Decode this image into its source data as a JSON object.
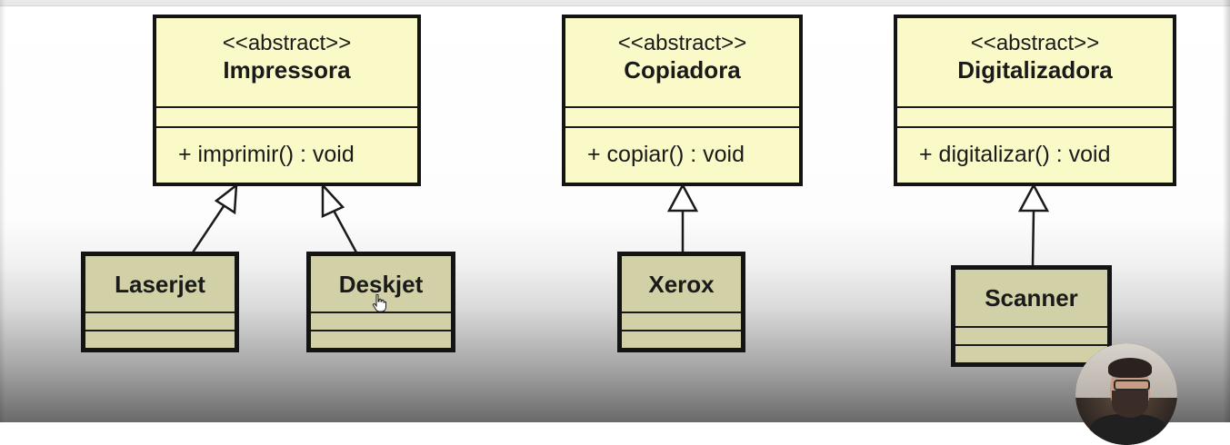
{
  "diagram": {
    "abstract_classes": [
      {
        "id": "impressora",
        "stereotype": "<<abstract>>",
        "name": "Impressora",
        "operation": "+ imprimir() : void"
      },
      {
        "id": "copiadora",
        "stereotype": "<<abstract>>",
        "name": "Copiadora",
        "operation": "+ copiar() : void"
      },
      {
        "id": "digitalizadora",
        "stereotype": "<<abstract>>",
        "name": "Digitalizadora",
        "operation": "+ digitalizar() : void"
      }
    ],
    "subclasses": [
      {
        "id": "laserjet",
        "name": "Laserjet",
        "parent": "Impressora"
      },
      {
        "id": "deskjet",
        "name": "Deskjet",
        "parent": "Impressora"
      },
      {
        "id": "xerox",
        "name": "Xerox",
        "parent": "Copiadora"
      },
      {
        "id": "scanner",
        "name": "Scanner",
        "parent": "Digitalizadora"
      }
    ],
    "relationship": "generalization",
    "colors": {
      "class_fill": "#fafac8",
      "subclass_fill": "#d2d0a6",
      "border": "#141414"
    }
  },
  "overlays": {
    "cursor": "hand-pointer-icon",
    "webcam": "webcam-presenter"
  }
}
